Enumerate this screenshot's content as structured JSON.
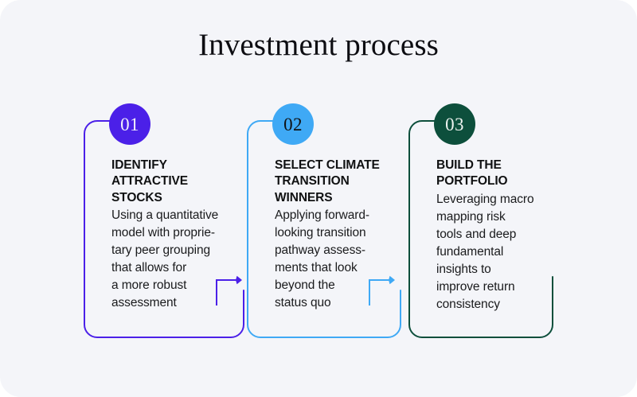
{
  "page": {
    "background_color": "#f4f5f9",
    "title": "Investment process"
  },
  "steps": [
    {
      "number": "01",
      "heading": "IDENTIFY\nATTRACTIVE\nSTOCKS",
      "description": "Using a quantitative\nmodel with proprie-\ntary peer grouping\nthat allows for\na more robust\nassessment",
      "accent_color": "#4b20e8",
      "badge_text_color": "#f2f0fb",
      "has_outgoing_arrow": true
    },
    {
      "number": "02",
      "heading": "SELECT CLIMATE\nTRANSITION\nWINNERS",
      "description": "Applying forward-\nlooking transition\npathway assess-\nments that look\nbeyond the\nstatus quo",
      "accent_color": "#3fa9f5",
      "badge_text_color": "#101214",
      "has_outgoing_arrow": true
    },
    {
      "number": "03",
      "heading": "BUILD THE\nPORTFOLIO",
      "description": "Leveraging macro\nmapping risk\ntools and deep\nfundamental\ninsights to\nimprove return\nconsistency",
      "accent_color": "#0d4f3c",
      "badge_text_color": "#eef3f0",
      "has_outgoing_arrow": false
    }
  ],
  "connectors": [
    {
      "name": "arrow-step1-to-step2",
      "color": "#4b20e8"
    },
    {
      "name": "arrow-step2-to-step3",
      "color": "#3fa9f5"
    }
  ]
}
